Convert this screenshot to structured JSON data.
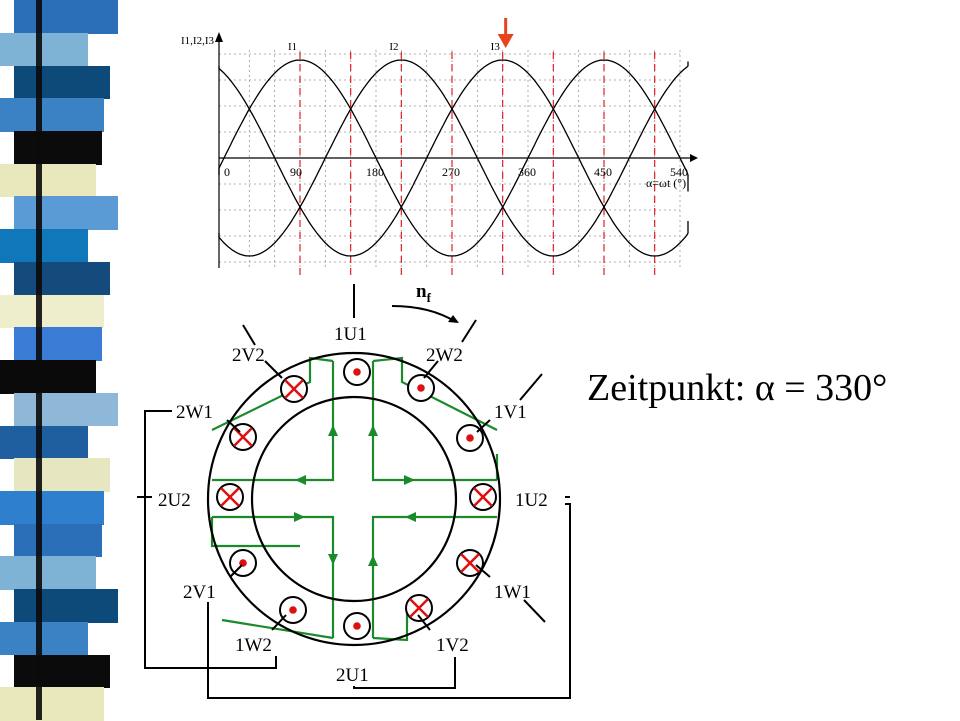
{
  "stripe": {
    "colors": [
      "#2a6fb8",
      "#7fb3d5",
      "#0d4a7a",
      "#3b82c4",
      "#0b0b0b",
      "#e8e8bc",
      "#5b9bd5",
      "#1177bb",
      "#154a7c",
      "#eeeecc",
      "#3a7bd5",
      "#0a0a0a",
      "#8fb8d8",
      "#1f5f9f",
      "#e6e6c0",
      "#2f7fcf"
    ]
  },
  "waveform": {
    "y_axis_label": "I1,I2,I3",
    "current_labels": [
      "I1",
      "I2",
      "I3"
    ],
    "x_ticks": [
      "0",
      "90",
      "180",
      "270",
      "360",
      "450",
      "540"
    ],
    "x_axis_label": "α=ωt (°)",
    "marker_angle": 330,
    "marker_color": "#e8431a"
  },
  "motor": {
    "rotation_label": "n",
    "rotation_subscript": "f",
    "terminals": {
      "u1_top": "1U1",
      "v2_2": "2V2",
      "w2_2": "2W2",
      "w1_2": "2W1",
      "v1_1": "1V1",
      "u2_2": "2U2",
      "u2_1": "1U2",
      "v1_2": "2V1",
      "w1_1": "1W1",
      "w2_1": "1W2",
      "v2_1": "1V2",
      "u1_bottom": "2U1"
    },
    "flux_color": "#1a8a2a",
    "conductor_color": "#e01010"
  },
  "caption": {
    "prefix": "Zeitpunkt: ",
    "symbol": "α",
    "suffix": " = 330°"
  }
}
